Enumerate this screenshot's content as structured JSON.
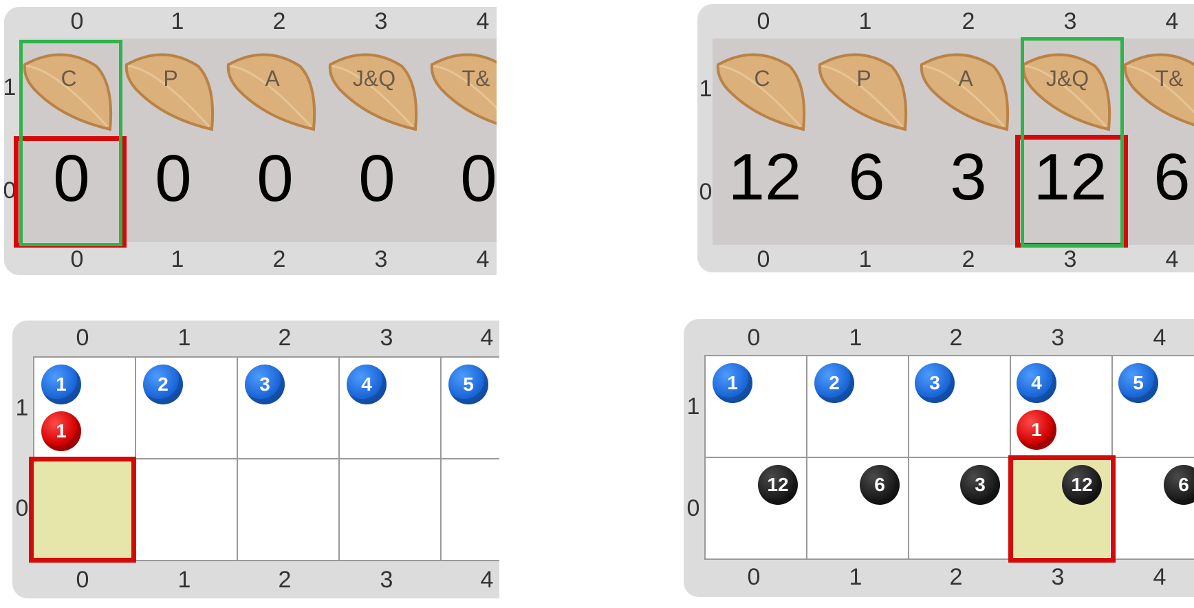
{
  "x_ticks": [
    "0",
    "1",
    "2",
    "3",
    "4"
  ],
  "y_ticks": [
    "1",
    "0"
  ],
  "empanada_names": [
    "C",
    "P",
    "A",
    "J&Q",
    "T&"
  ],
  "initial": {
    "counts": [
      "0",
      "0",
      "0",
      "0",
      "0"
    ],
    "blue_balls": [
      "1",
      "2",
      "3",
      "4",
      "5"
    ],
    "red_ball": "1"
  },
  "final": {
    "counts": [
      "12",
      "6",
      "3",
      "12",
      "6"
    ],
    "blue_balls": [
      "1",
      "2",
      "3",
      "4",
      "5"
    ],
    "red_ball": "1",
    "black_balls": [
      "12",
      "6",
      "3",
      "12",
      "6"
    ]
  },
  "colors": {
    "highlight_red": "#d40a0a",
    "highlight_green": "#2fb34b",
    "selected_fill": "#e6e5aa",
    "ball_blue": "#1b66d6",
    "ball_red": "#d40000",
    "ball_black": "#1e1e1e"
  }
}
